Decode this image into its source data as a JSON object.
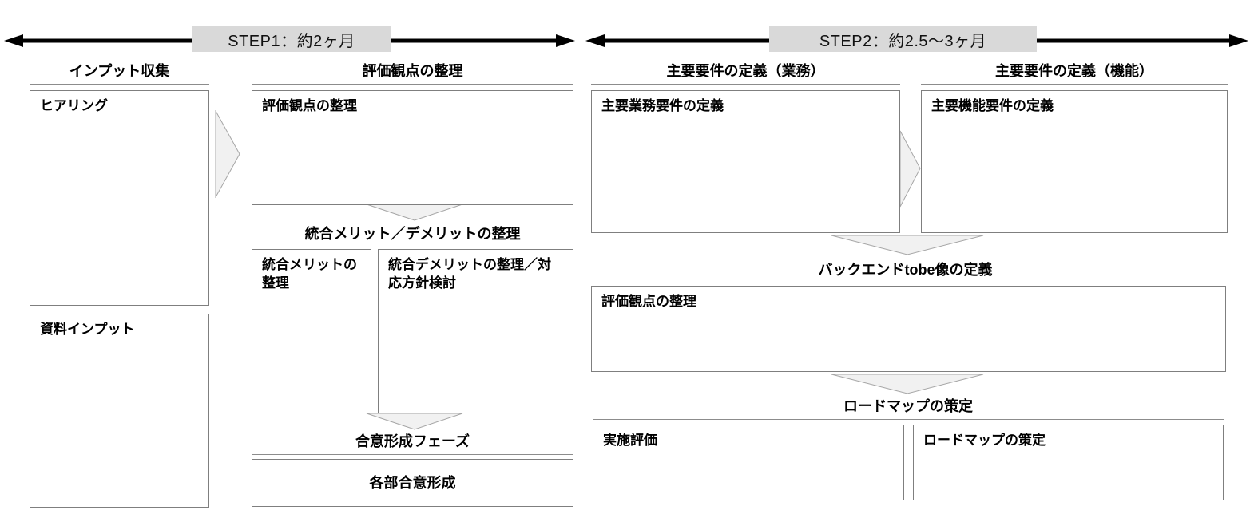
{
  "timeline": {
    "step1_label": "STEP1：約2ヶ月",
    "step2_label": "STEP2：約2.5～3ヶ月"
  },
  "headers": {
    "input_collection": "インプット収集",
    "evaluation": "評価観点の整理",
    "merged_merit_demerit": "統合メリット／デメリットの整理",
    "consensus_phase": "合意形成フェーズ",
    "main_req_biz": "主要要件の定義（業務）",
    "main_req_func": "主要要件の定義（機能）",
    "backend_tobe": "バックエンドtobe像の定義",
    "roadmap": "ロードマップの策定"
  },
  "boxes": {
    "hearing": "ヒアリング",
    "docs_input": "資料インプット",
    "eval_points": "評価観点の整理",
    "merit": "統合メリットの整理",
    "demerit": "統合デメリットの整理／対応方針検討",
    "consensus": "各部合意形成",
    "biz_req": "主要業務要件の定義",
    "func_req": "主要機能要件の定義",
    "backend_eval": "評価観点の整理",
    "impl_eval": "実施評価",
    "roadmap_dev": "ロードマップの策定"
  },
  "icons": {
    "timeline_arrow": "double-headed-arrow",
    "flow_right": "triangle-right",
    "flow_down": "triangle-down"
  },
  "colors": {
    "step_label_bg": "#d9d9d9",
    "box_border": "#7f7f7f",
    "underline": "#8c8c8c",
    "triangle_fill": "#f1f1f1",
    "triangle_stroke": "#a6a6a6",
    "arrow": "#000000"
  }
}
